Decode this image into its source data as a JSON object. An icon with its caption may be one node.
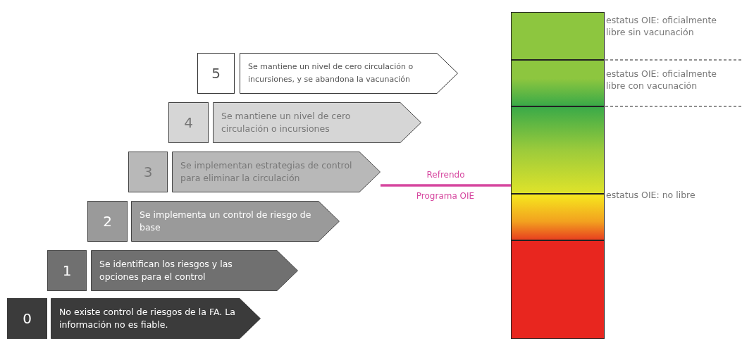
{
  "diagram": {
    "nodes": [
      {
        "text": [
          "5"
        ]
      },
      {
        "text": [
          "Se mantiene un nivel de cero circulación o incursiones, y se abandona la vacunación"
        ]
      },
      {
        "text": [
          "4"
        ]
      },
      {
        "text": [
          "Se mantiene un nivel de cero circulación o incursiones"
        ]
      },
      {
        "text": [
          "3"
        ]
      },
      {
        "text": [
          "Se implementan estrategias de control para eliminar la circulación"
        ]
      },
      {
        "text": [
          "2"
        ]
      },
      {
        "text": [
          "Se implementa un control de riesgo de base"
        ]
      },
      {
        "text": [
          "1"
        ]
      },
      {
        "text": [
          "Se identifican los riesgos y las opciones para el control"
        ]
      },
      {
        "text": [
          "0"
        ]
      },
      {
        "text": [
          "No existe control de riesgos de la FA. La información no es fiable."
        ]
      },
      {
        "text": [],
        "shape": "bar",
        "beside": [
          "estatus OIE: oficialmente libre sin vacunación"
        ]
      },
      {
        "text": [],
        "shape": "bar",
        "beside": [
          "estatus OIE: oficialmente libre con vacunación"
        ]
      },
      {
        "text": [],
        "shape": "bar"
      },
      {
        "text": [],
        "shape": "bar",
        "beside": [
          "estatus OIE: no libre"
        ]
      },
      {
        "text": [],
        "shape": "bar"
      }
    ],
    "edges": [
      {
        "from": 5,
        "to": 14,
        "arrow": "none",
        "label": "Refrendo",
        "color": "#d6479f"
      }
    ],
    "labels": [
      "Programa OIE"
    ]
  }
}
